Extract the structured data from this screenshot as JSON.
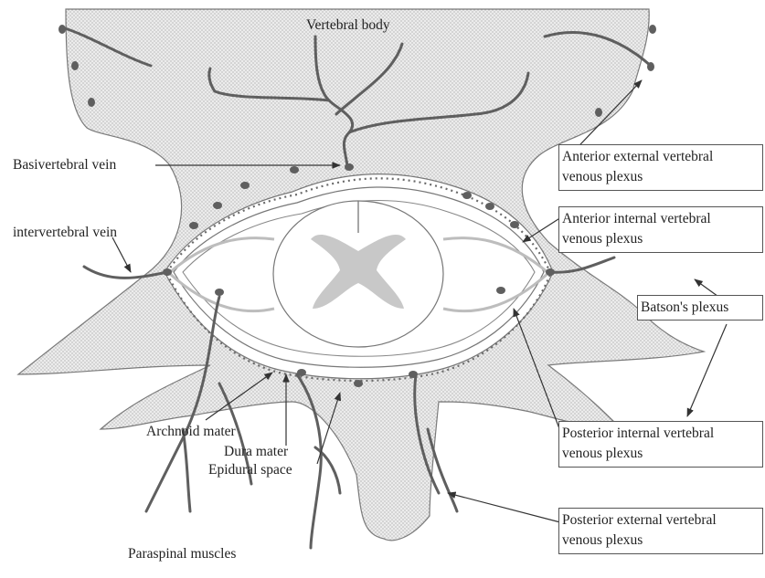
{
  "labels": {
    "vertebral_body": "Vertebral body",
    "basivertebral_vein": "Basivertebral vein",
    "intervertebral_vein": "intervertebral vein",
    "archnoid_mater": "Archnoid mater",
    "dura_mater": "Dura mater",
    "epidural_space": "Epidural space",
    "paraspinal_muscles": "Paraspinal muscles",
    "batsons_plexus": "Batson's plexus"
  },
  "boxes": {
    "anterior_external": [
      "Anterior external vertebral",
      "venous plexus"
    ],
    "anterior_internal": [
      "Anterior internal vertebral",
      "venous plexus"
    ],
    "posterior_internal": [
      "Posterior internal vertebral",
      "venous plexus"
    ],
    "posterior_external": [
      "Posterior external vertebral",
      "venous plexus"
    ]
  },
  "colors": {
    "bone_fill": "#e6e6e6",
    "vein": "#5f5f5f",
    "outline": "#6a6a6a",
    "grey_matter": "#c4c4c4"
  }
}
